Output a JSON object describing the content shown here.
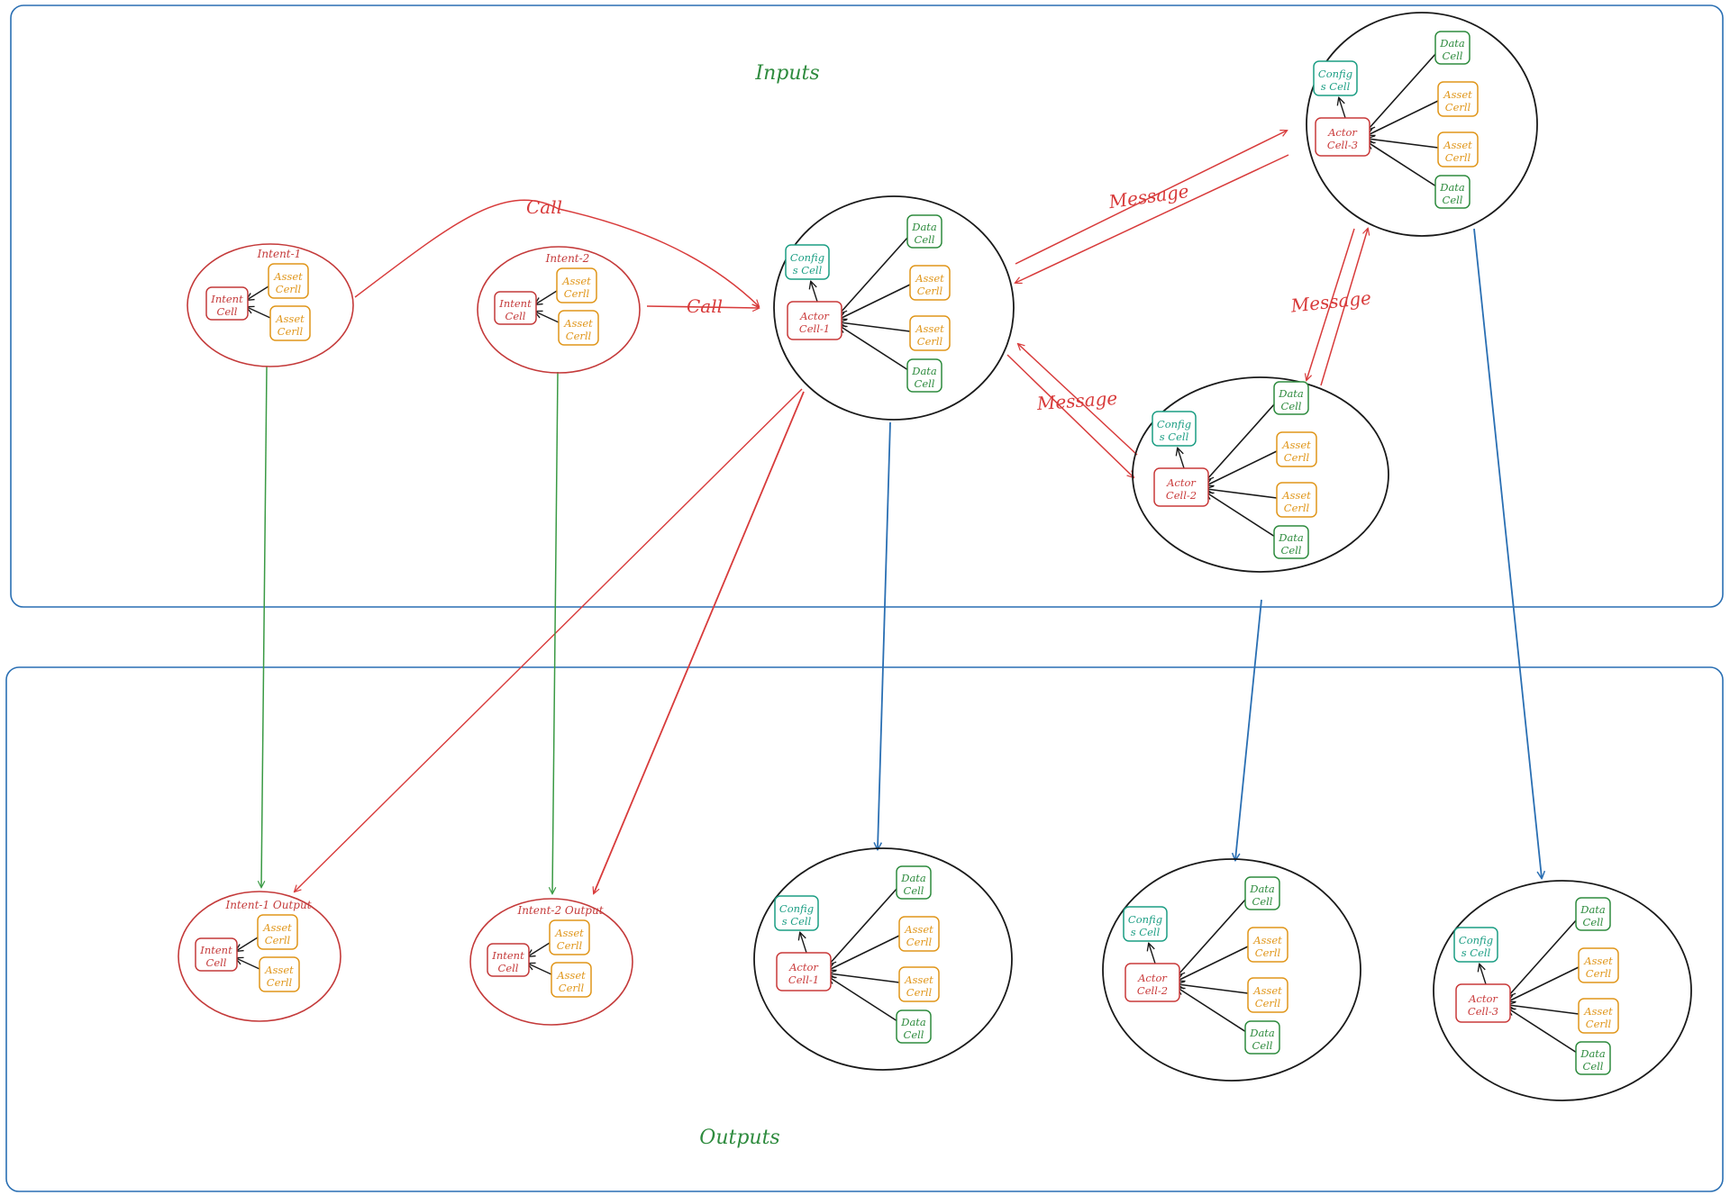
{
  "colors": {
    "frame": "#2a6fb3",
    "call": "#d83b3b",
    "intent": "#c43a3a",
    "actor": "#c93a3a",
    "asset": "#e0961a",
    "data": "#2e8b3e",
    "config": "#1c9e84",
    "black": "#1a1a1a",
    "green_edge": "#3a9a44",
    "blue_edge": "#2a6fb3",
    "label_green": "#2e8b3e"
  },
  "sections": {
    "inputs": {
      "title": "Inputs"
    },
    "outputs": {
      "title": "Outputs"
    }
  },
  "edge_labels": {
    "call_1": "Call",
    "call_2": "Call",
    "message_1": "Message",
    "message_2": "Message",
    "message_3": "Message"
  },
  "cell_labels": {
    "intent": [
      "Intent",
      "Cell"
    ],
    "asset": [
      "Asset",
      "Cerll"
    ],
    "data": [
      "Data",
      "Cell"
    ],
    "config": [
      "Config",
      "s Cell"
    ],
    "actor_1": [
      "Actor",
      "Cell-1"
    ],
    "actor_2": [
      "Actor",
      "Cell-2"
    ],
    "actor_3": [
      "Actor",
      "Cell-3"
    ]
  },
  "groups": {
    "intent_1": {
      "label": "Intent-1"
    },
    "intent_2": {
      "label": "Intent-2"
    },
    "intent_1_output": {
      "label": "Intent-1 Output"
    },
    "intent_2_output": {
      "label": "Intent-2 Output"
    }
  }
}
